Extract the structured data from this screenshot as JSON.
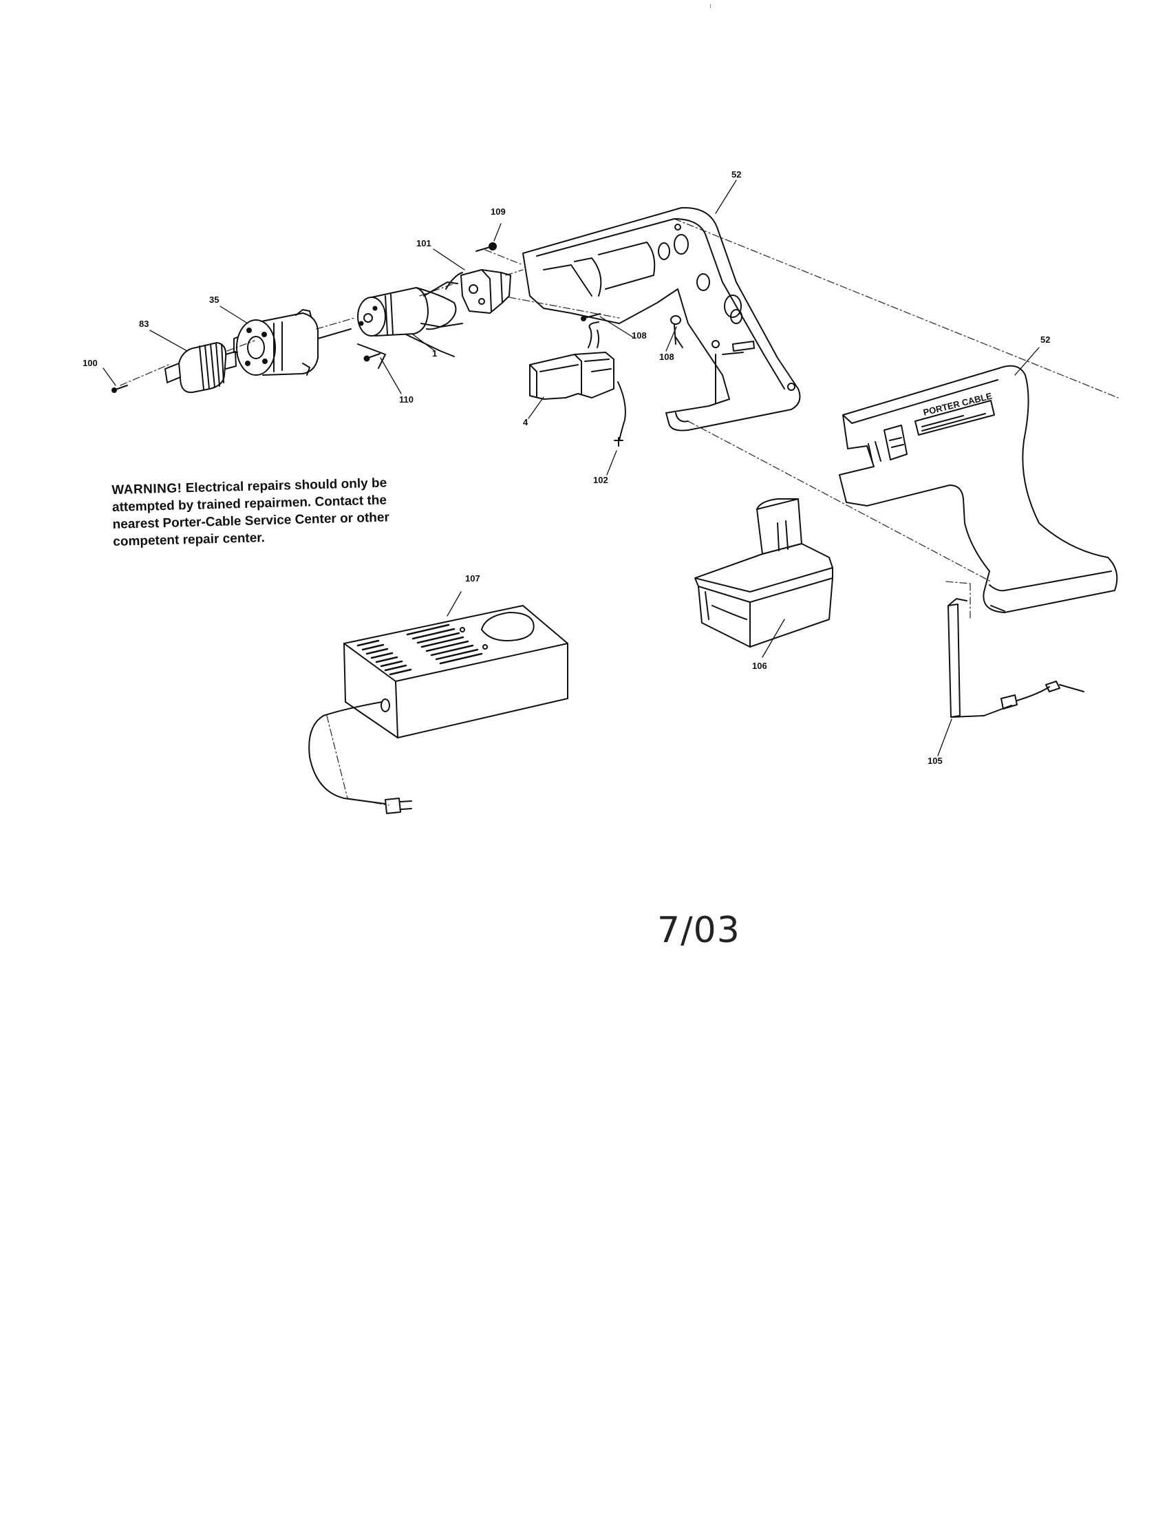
{
  "parts": [
    {
      "id": "100",
      "name": "screw"
    },
    {
      "id": "83",
      "name": "chuck"
    },
    {
      "id": "35",
      "name": "gearbox"
    },
    {
      "id": "110",
      "name": "screw"
    },
    {
      "id": "1",
      "name": "motor"
    },
    {
      "id": "101",
      "name": "motor-bracket"
    },
    {
      "id": "109",
      "name": "screw"
    },
    {
      "id": "108",
      "name": "screw"
    },
    {
      "id": "108",
      "name": "screw"
    },
    {
      "id": "4",
      "name": "switch"
    },
    {
      "id": "102",
      "name": "wire-lead"
    },
    {
      "id": "52",
      "name": "housing-half-left"
    },
    {
      "id": "52",
      "name": "housing-half-right"
    },
    {
      "id": "107",
      "name": "charger"
    },
    {
      "id": "106",
      "name": "battery-pack"
    },
    {
      "id": "105",
      "name": "battery-terminal"
    }
  ],
  "warning": {
    "heading": "WARNING!",
    "text": "Electrical repairs should only be attempted by trained repairmen. Contact the nearest Porter-Cable Service Center or other competent repair center."
  },
  "nameplate": "PORTER CABLE",
  "date": "7/03"
}
